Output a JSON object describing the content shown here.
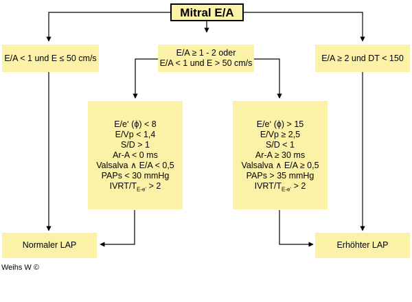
{
  "title": "Mitral E/A",
  "left_condition": "E/A < 1 und E ≤ 50 cm/s",
  "center_condition": [
    "E/A ≥ 1 - 2 oder",
    "E/A < 1 und E > 50 cm/s"
  ],
  "right_condition": "E/A ≥ 2 und DT < 150",
  "criteria_normal": [
    {
      "pre": "E/e‘ (ϕ) < 8"
    },
    {
      "pre": "E/Vp < 1,4"
    },
    {
      "pre": "S/D > 1"
    },
    {
      "pre": "Ar-A < 0 ms"
    },
    {
      "pre": "Valsalva ∧ E/A < 0,5"
    },
    {
      "pre": "PAPs < 30 mmHg"
    },
    {
      "pre": "IVRT/T",
      "sub": "E-e‘",
      "post": " > 2"
    }
  ],
  "criteria_elevated": [
    {
      "pre": "E/e‘ (ϕ) > 15"
    },
    {
      "pre": "E/Vp ≥ 2,5"
    },
    {
      "pre": "S/D < 1"
    },
    {
      "pre": "Ar-A ≥ 30 ms"
    },
    {
      "pre": "Valsalva ∧ E/A ≥ 0,5"
    },
    {
      "pre": "PAPs > 35 mmHg"
    },
    {
      "pre": "IVRT/T",
      "sub": "E-e‘",
      "post": " > 2"
    }
  ],
  "outcome_normal": "Normaler LAP",
  "outcome_elevated": "Erhöhter LAP",
  "credit": "Weihs W ©"
}
